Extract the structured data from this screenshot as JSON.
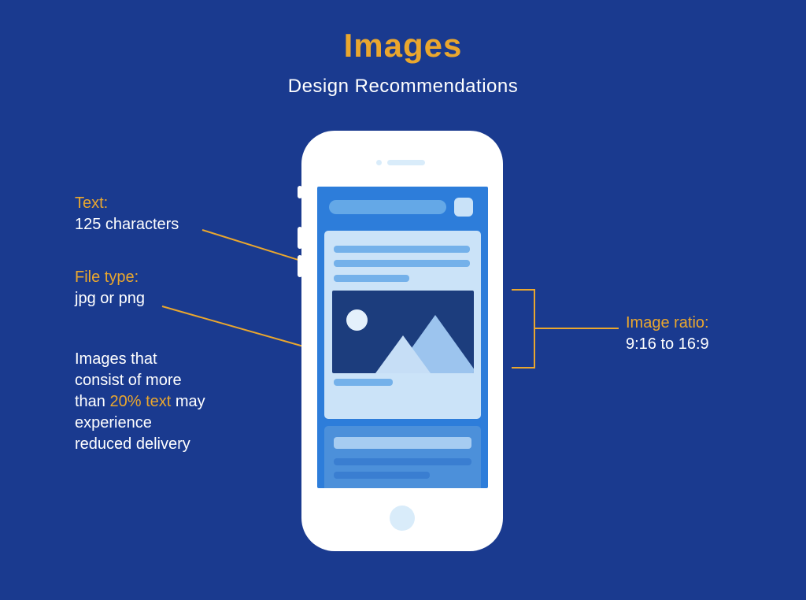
{
  "header": {
    "title": "Images",
    "subtitle": "Design Recommendations"
  },
  "annotations": {
    "text_limit": {
      "label": "Text:",
      "value": "125 characters"
    },
    "file_type": {
      "label": "File type:",
      "value": "jpg or png"
    },
    "note": {
      "part1": "Images that consist of more than ",
      "highlight": "20% text",
      "part2": " may experience reduced delivery"
    },
    "image_ratio": {
      "label": "Image ratio:",
      "value": "9:16 to 16:9"
    }
  },
  "colors": {
    "background": "#1a3a8f",
    "accent_gold": "#eaa72e",
    "text_white": "#ffffff",
    "phone_body": "#ffffff",
    "phone_screen": "#2d7dda",
    "post_card": "#cbe3f8",
    "text_bars": "#74b1ea",
    "image_block": "#1c3d7d",
    "mountain_back": "#9cc4ee",
    "mountain_front": "#c6def6",
    "sun": "#e4f0fb"
  }
}
